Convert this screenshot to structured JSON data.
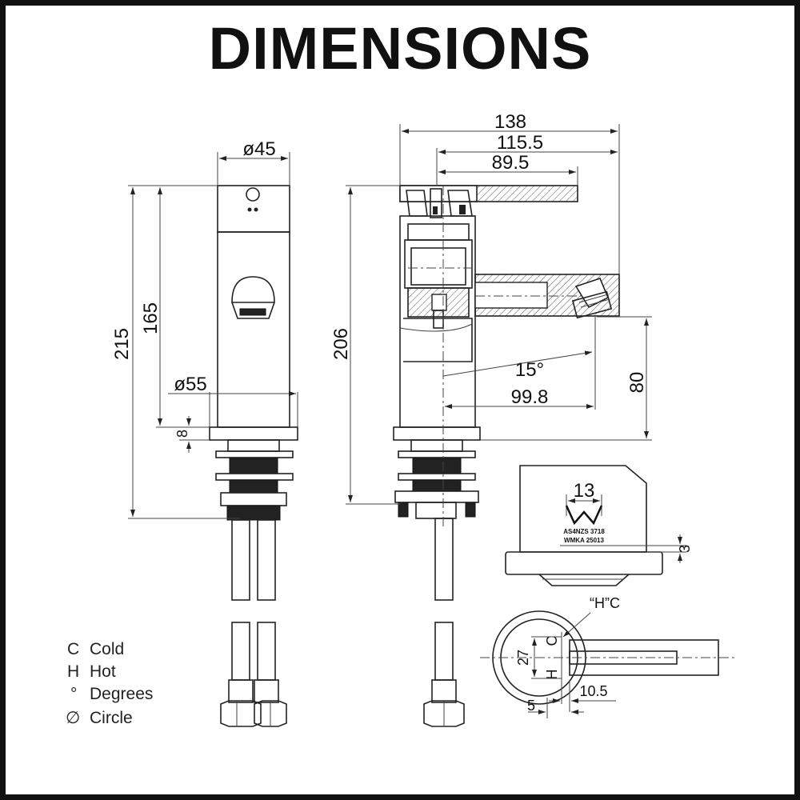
{
  "title": "DIMENSIONS",
  "front_view": {
    "diameter_top": "ø45",
    "diameter_base": "ø55",
    "height_total": "215",
    "height_body": "165",
    "base_thickness": "8"
  },
  "side_view": {
    "length_138": "138",
    "length_115": "115.5",
    "length_89": "89.5",
    "height_206": "206",
    "angle": "15°",
    "reach": "99.8",
    "spout_height": "80"
  },
  "detail_view": {
    "width_13": "13",
    "thickness_3": "3",
    "standard_line1": "AS4NZS 3718",
    "standard_line2": "WMKA 25013"
  },
  "top_view": {
    "hc_label": "“H”C",
    "c_label": "C",
    "h_label": "H",
    "dim_27": "27",
    "dim_10_5": "10.5",
    "dim_5": "5"
  },
  "legend": [
    {
      "symbol": "C",
      "label": "Cold"
    },
    {
      "symbol": "H",
      "label": "Hot"
    },
    {
      "symbol": "°",
      "label": "Degrees"
    },
    {
      "symbol": "∅",
      "label": "Circle"
    }
  ]
}
